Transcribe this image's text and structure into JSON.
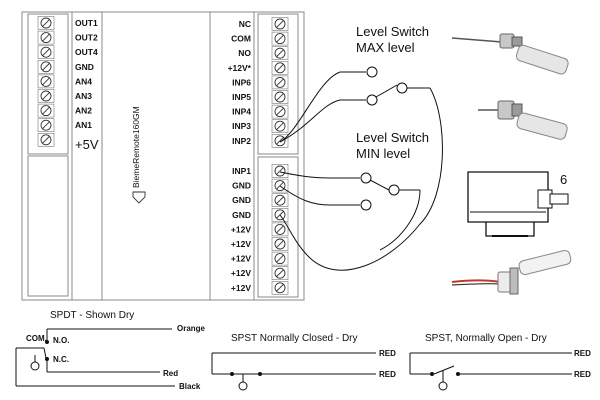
{
  "board": {
    "name": "BiemeRemote160GM",
    "left_labels": [
      "OUT1",
      "OUT2",
      "OUT4",
      "GND",
      "AN4",
      "AN3",
      "AN2",
      "AN1",
      "+5V"
    ],
    "right_top_labels": [
      "NC",
      "COM",
      "NO",
      "+12V*",
      "INP6",
      "INP5",
      "INP4",
      "INP3",
      "INP2"
    ],
    "right_bottom_labels": [
      "INP1",
      "GND",
      "GND",
      "GND",
      "+12V",
      "+12V",
      "+12V",
      "+12V",
      "+12V"
    ]
  },
  "switches": {
    "max_label_line1": "Level Switch",
    "max_label_line2": "MAX level",
    "min_label_line1": "Level Switch",
    "min_label_line2": "MIN level"
  },
  "photo_label": "6",
  "spdt": {
    "title": "SPDT  - Shown Dry",
    "com": "COM.",
    "no": "N.O.",
    "nc": "N.C.",
    "orange": "Orange",
    "red": "Red",
    "black": "Black"
  },
  "spst_nc": {
    "title": "SPST Normally Closed - Dry",
    "red1": "RED",
    "red2": "RED"
  },
  "spst_no": {
    "title": "SPST, Normally Open - Dry",
    "red1": "RED",
    "red2": "RED"
  },
  "colors": {
    "wire": "#111111",
    "board_outline": "#888888",
    "sensor_metal": "#b0b0b0",
    "sensor_red_wire": "#c0392b"
  }
}
